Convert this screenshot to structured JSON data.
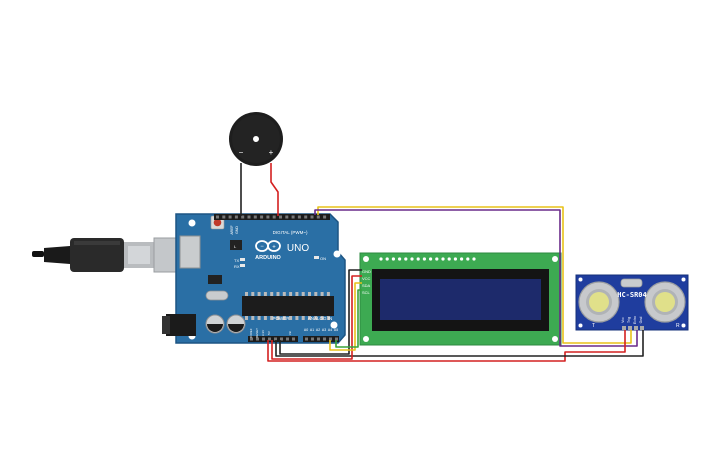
{
  "arduino": {
    "logo_text": "ARDUINO",
    "model": "UNO",
    "digital_label": "DIGITAL (PWM~)",
    "power_label": "POWER",
    "analog_label": "ANALOG IN",
    "aref_label": "AREF",
    "gnd_label": "GND",
    "tx_label": "TX",
    "rx_label": "RX",
    "on_label": "ON",
    "l_label": "L",
    "ioref_label": "IOREF",
    "reset_label": "RESET",
    "v33_label": "3.3V",
    "v5_label": "5V",
    "vin_label": "Vin",
    "a0": "A0",
    "a1": "A1",
    "a2": "A2",
    "a3": "A3",
    "a4": "A4",
    "a5": "A5",
    "d13": "13",
    "d12": "12",
    "d11": "~11",
    "d10": "~10",
    "d9": "~9",
    "d8": "8",
    "d7": "7",
    "d6": "~6",
    "d5": "~5",
    "d4": "4",
    "d3": "~3",
    "d2": "2",
    "d1": "TX→1",
    "d0": "RX←0"
  },
  "lcd": {
    "pin_gnd": "GND",
    "pin_vcc": "VCC",
    "pin_sda": "SDA",
    "pin_scl": "SCL"
  },
  "ultrasonic": {
    "model": "HC-SR04",
    "pin_vcc": "Vcc",
    "pin_trig": "Trig",
    "pin_echo": "Echo",
    "pin_gnd": "Gnd",
    "side_t": "T",
    "side_r": "R"
  },
  "buzzer": {
    "minus": "−",
    "plus": "+"
  },
  "colors": {
    "board": "#2a6fa5",
    "lcd_pcb": "#3daa52",
    "lcd_screen": "#1d2a6b",
    "sensor": "#1f3d9e",
    "wire_red": "#d42020",
    "wire_black": "#222222",
    "wire_yellow": "#e8c21a",
    "wire_purple": "#6a2b8a",
    "wire_green": "#3aa33a"
  }
}
